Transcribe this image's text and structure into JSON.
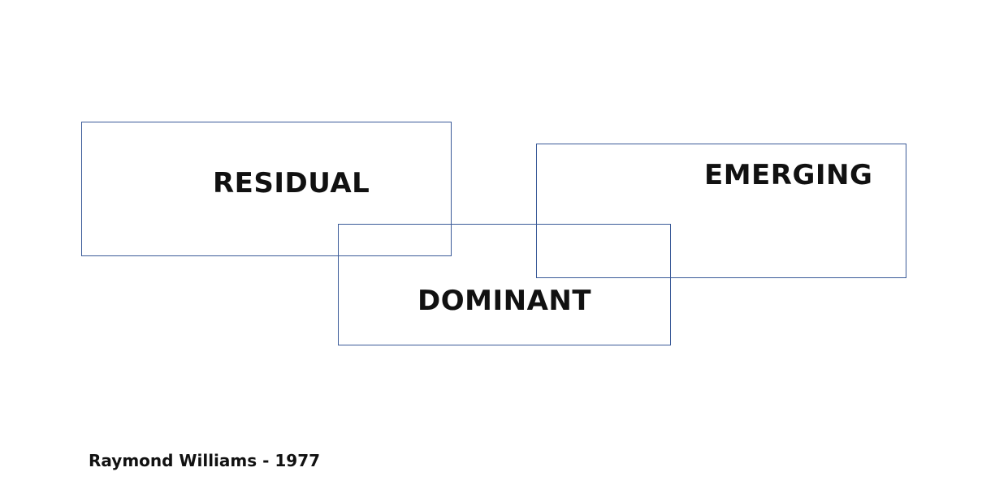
{
  "diagram": {
    "boxes": [
      {
        "id": "residual",
        "label": "RESIDUAL"
      },
      {
        "id": "emerging",
        "label": "EMERGING"
      },
      {
        "id": "dominant",
        "label": "DOMINANT"
      }
    ],
    "border_color": "#3a5a98",
    "text_color": "#111111"
  },
  "caption": "Raymond Williams - 1977"
}
